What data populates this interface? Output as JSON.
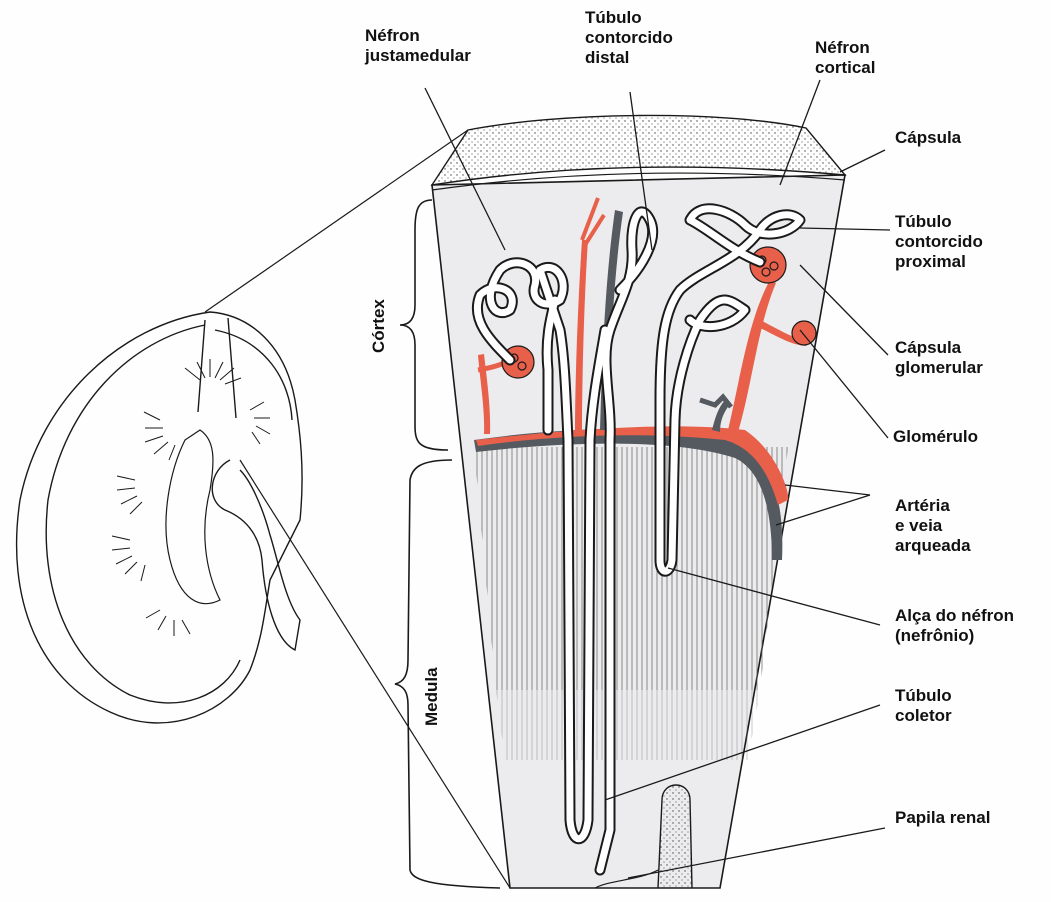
{
  "labels": {
    "nefron_justamedular": "Néfron\njustamedular",
    "tubulo_distal": "Túbulo\ncontorcido\ndistal",
    "nefron_cortical": "Néfron\ncortical",
    "capsula": "Cápsula",
    "tubulo_proximal": "Túbulo\ncontorcido\nproximal",
    "capsula_glomerular": "Cápsula\nglomerular",
    "glomerulo": "Glomérulo",
    "arteria_veia": "Artéria\ne veia\narqueada",
    "alca_nefron": "Alça do néfron\n(nefrônio)",
    "tubulo_coletor": "Túbulo\ncoletor",
    "papila_renal": "Papila renal",
    "cortex": "Córtex",
    "medula": "Medula"
  },
  "colors": {
    "artery": "#e8604a",
    "vein": "#555a60",
    "outline": "#1a1a1a",
    "tissue": "#ededee"
  }
}
